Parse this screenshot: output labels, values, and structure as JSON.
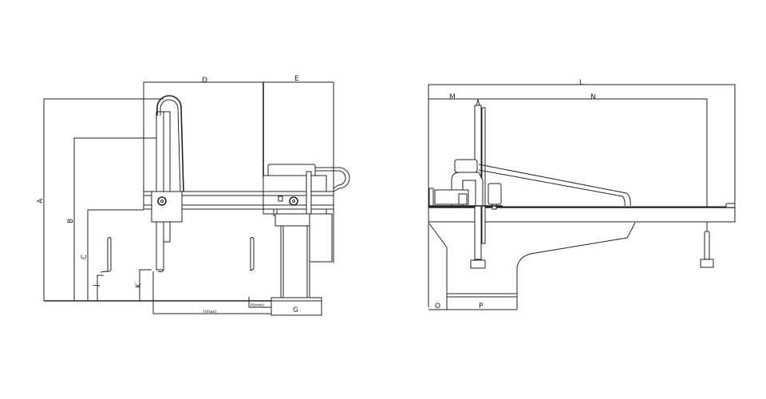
{
  "title": "Gantry manipulator dimension drawing",
  "front_view": {
    "labels": {
      "A": "A",
      "B": "B",
      "C": "C",
      "D": "D",
      "E": "E",
      "G": "G",
      "J": "J",
      "K": "K",
      "I": "I(max)",
      "H": "H(min)"
    }
  },
  "side_view": {
    "labels": {
      "L": "L",
      "M": "M",
      "N": "N",
      "O": "O",
      "P": "P"
    }
  },
  "colors": {
    "line": "#222222",
    "background": "#ffffff"
  }
}
